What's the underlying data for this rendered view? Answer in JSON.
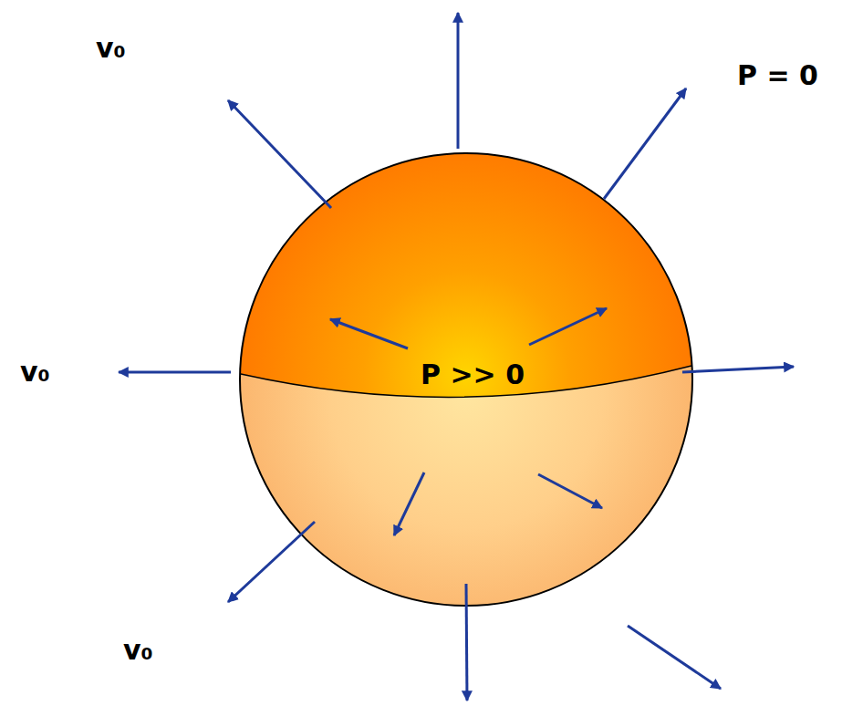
{
  "diagram": {
    "nodes": [
      {
        "text": [
          "P >> 0"
        ]
      }
    ],
    "labels": [
      "v₀",
      "v₀",
      "v₀",
      "P = 0"
    ]
  }
}
